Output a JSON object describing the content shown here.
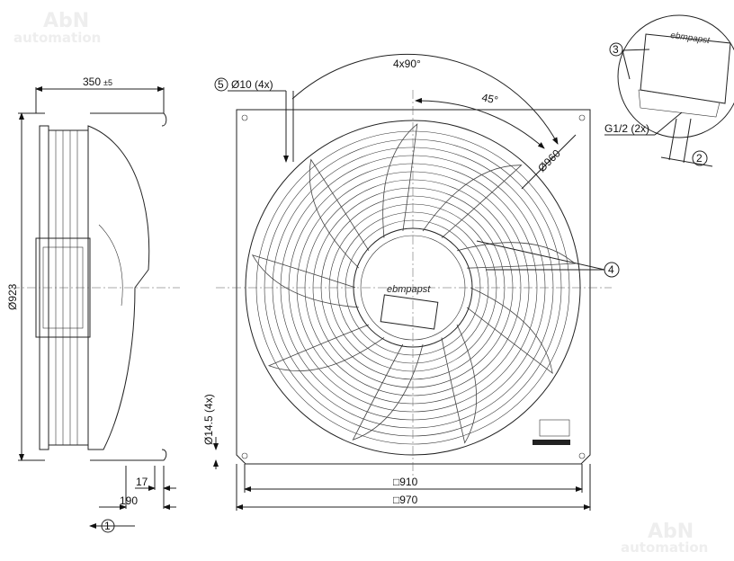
{
  "watermark": {
    "line1": "AbN",
    "line2": "automation"
  },
  "brand_logo": "ebmpapst",
  "side_view": {
    "width_dim": "350",
    "width_tol": "±5",
    "diameter": "Ø923",
    "dim_17": "17",
    "dim_190": "190",
    "callout_1": "1"
  },
  "front_view": {
    "callout_5": "5",
    "hole_dim": "Ø10 (4x)",
    "angle_main": "4x90°",
    "angle_45": "45°",
    "circle_dia": "Ø960",
    "callout_4": "4",
    "mount_hole": "Ø14.5 (4x)",
    "square_910": "□910",
    "square_970": "□970"
  },
  "detail": {
    "callout_3": "3",
    "gland": "G1/2 (2x)",
    "callout_2": "2"
  }
}
